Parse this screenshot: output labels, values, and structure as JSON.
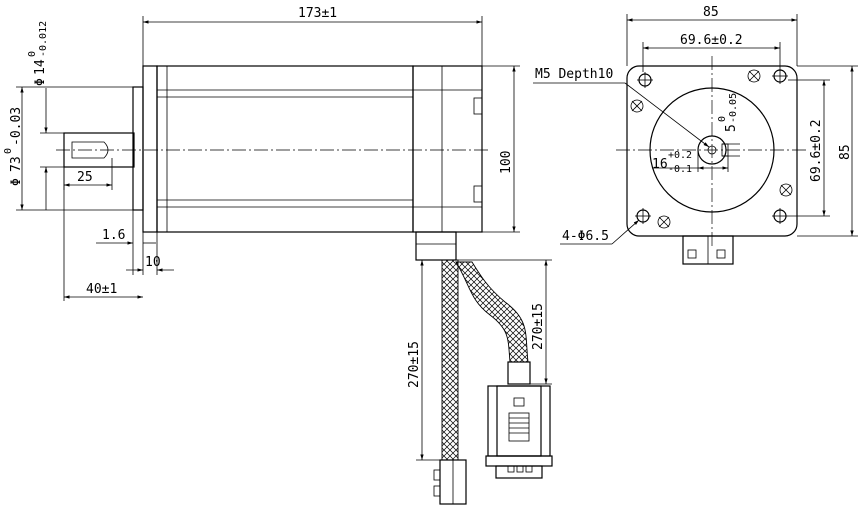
{
  "dimensions": {
    "body_length": "173±1",
    "shaft_dia": "14",
    "shaft_dia_upper": "0",
    "shaft_dia_lower": "-0.012",
    "pilot_dia": "73",
    "pilot_tol_upper": "0",
    "pilot_tol_lower": "-0.03",
    "key_length": "25",
    "flange_thk": "1.6",
    "flange_width": "10",
    "shaft_length": "40±1",
    "body_height": "100",
    "cable_len_a": "270±15",
    "cable_len_b": "270±15",
    "flange_size_top": "85",
    "flange_size_right": "85",
    "hole_spacing_h": "69.6±0.2",
    "hole_spacing_v": "69.6±0.2",
    "tapped_hole": "M5 Depth10",
    "mount_holes": "4-Φ6.5",
    "key_width": "5",
    "key_width_upper": "0",
    "key_width_lower": "-0.05",
    "key_height": "16",
    "key_height_upper": "+0.2",
    "key_height_lower": "-0.1"
  },
  "symbols": {
    "dia": "Φ"
  },
  "colors": {
    "line": "#000000",
    "background": "#ffffff"
  }
}
